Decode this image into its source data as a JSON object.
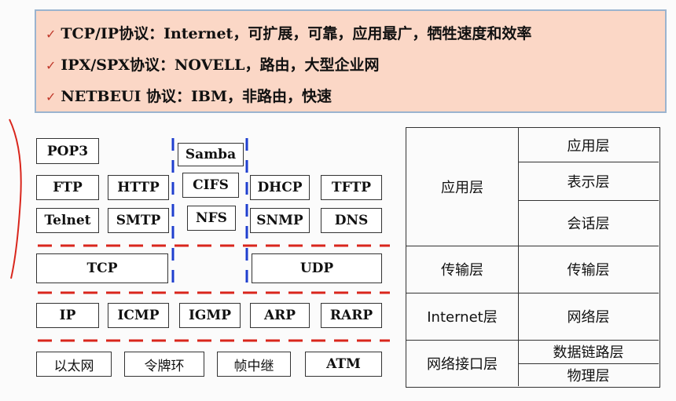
{
  "notes": [
    "TCP/IP协议：Internet，可扩展，可靠，应用最广，牺牲速度和效率",
    "IPX/SPX协议：NOVELL，路由，大型企业网",
    "NETBEUI 协议：IBM，非路由，快速"
  ],
  "check_mark": "✓",
  "protocols": {
    "pop3": "POP3",
    "samba": "Samba",
    "ftp": "FTP",
    "http": "HTTP",
    "cifs": "CIFS",
    "dhcp": "DHCP",
    "tftp": "TFTP",
    "telnet": "Telnet",
    "smtp": "SMTP",
    "nfs": "NFS",
    "snmp": "SNMP",
    "dns": "DNS",
    "tcp": "TCP",
    "udp": "UDP",
    "ip": "IP",
    "icmp": "ICMP",
    "igmp": "IGMP",
    "arp": "ARP",
    "rarp": "RARP",
    "ethernet": "以太网",
    "token_ring": "令牌环",
    "frame_relay": "帧中继",
    "atm": "ATM"
  },
  "layers": {
    "tcpip_application": "应用层",
    "tcpip_transport": "传输层",
    "tcpip_internet": "Internet层",
    "tcpip_network_interface": "网络接口层",
    "osi_application": "应用层",
    "osi_presentation": "表示层",
    "osi_session": "会话层",
    "osi_transport": "传输层",
    "osi_network": "网络层",
    "osi_data_link": "数据链路层",
    "osi_physical": "物理层"
  },
  "colors": {
    "note_bg": "#fbd7c6",
    "note_border": "#9bb4cf",
    "red_dash": "#d9261c",
    "blue_dash": "#1f3fcf",
    "brace": "#d9261c"
  }
}
